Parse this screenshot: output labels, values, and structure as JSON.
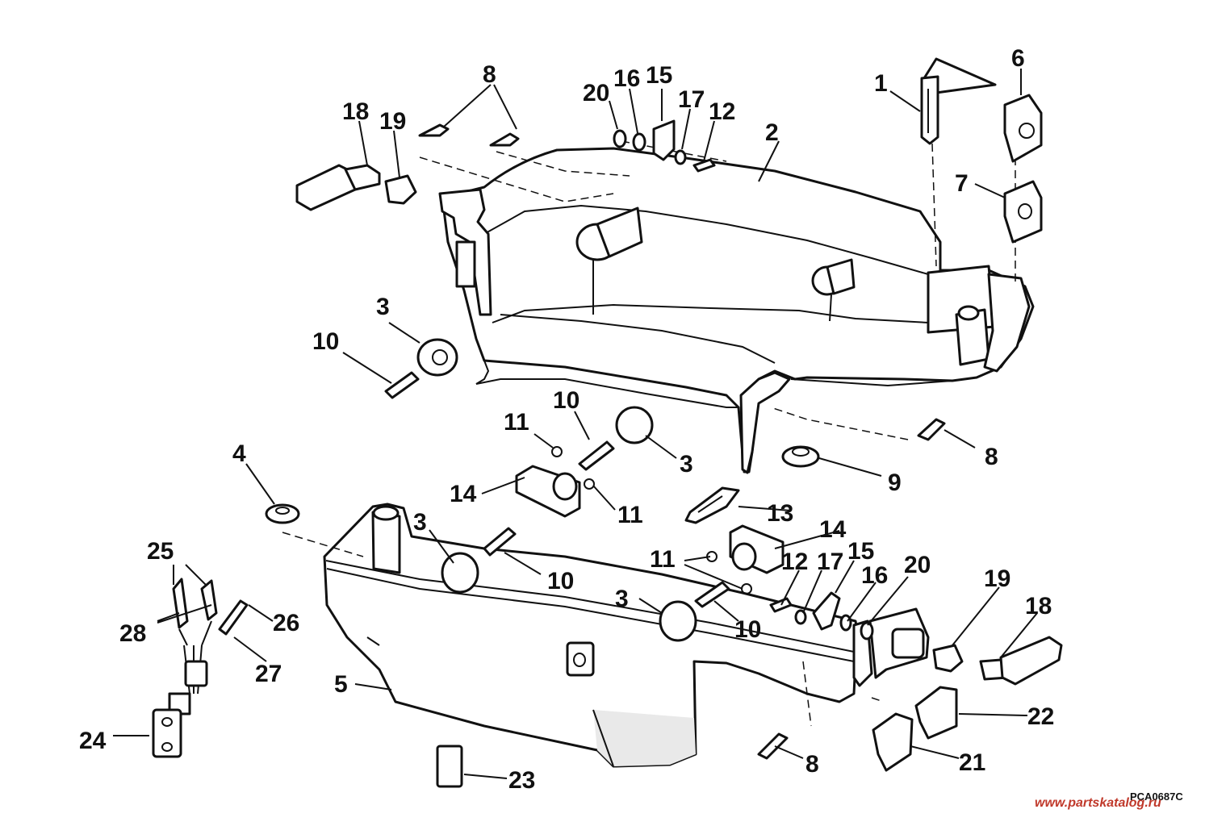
{
  "figure": {
    "code": "PCA0687C",
    "watermark": "www.partskatalog.ru"
  },
  "callouts": [
    {
      "key": "c1",
      "text": "1"
    },
    {
      "key": "c6",
      "text": "6"
    },
    {
      "key": "c8a",
      "text": "8"
    },
    {
      "key": "c18a",
      "text": "18"
    },
    {
      "key": "c19a",
      "text": "19"
    },
    {
      "key": "c20a",
      "text": "20"
    },
    {
      "key": "c16a",
      "text": "16"
    },
    {
      "key": "c15a",
      "text": "15"
    },
    {
      "key": "c17a",
      "text": "17"
    },
    {
      "key": "c12a",
      "text": "12"
    },
    {
      "key": "c2",
      "text": "2"
    },
    {
      "key": "c7",
      "text": "7"
    },
    {
      "key": "c3a",
      "text": "3"
    },
    {
      "key": "c10a",
      "text": "10"
    },
    {
      "key": "c11a",
      "text": "11"
    },
    {
      "key": "c10b",
      "text": "10"
    },
    {
      "key": "c3b",
      "text": "3"
    },
    {
      "key": "c8b",
      "text": "8"
    },
    {
      "key": "c9",
      "text": "9"
    },
    {
      "key": "c4",
      "text": "4"
    },
    {
      "key": "c14a",
      "text": "14"
    },
    {
      "key": "c11b",
      "text": "11"
    },
    {
      "key": "c13",
      "text": "13"
    },
    {
      "key": "c14b",
      "text": "14"
    },
    {
      "key": "c25",
      "text": "25"
    },
    {
      "key": "c3c",
      "text": "3"
    },
    {
      "key": "c10c",
      "text": "10"
    },
    {
      "key": "c11c",
      "text": "11"
    },
    {
      "key": "c12b",
      "text": "12"
    },
    {
      "key": "c17b",
      "text": "17"
    },
    {
      "key": "c15b",
      "text": "15"
    },
    {
      "key": "c16b",
      "text": "16"
    },
    {
      "key": "c20b",
      "text": "20"
    },
    {
      "key": "c19b",
      "text": "19"
    },
    {
      "key": "c18b",
      "text": "18"
    },
    {
      "key": "c28",
      "text": "28"
    },
    {
      "key": "c26",
      "text": "26"
    },
    {
      "key": "c3d",
      "text": "3"
    },
    {
      "key": "c10d",
      "text": "10"
    },
    {
      "key": "c27",
      "text": "27"
    },
    {
      "key": "c5",
      "text": "5"
    },
    {
      "key": "c22",
      "text": "22"
    },
    {
      "key": "c24",
      "text": "24"
    },
    {
      "key": "c8c",
      "text": "8"
    },
    {
      "key": "c21",
      "text": "21"
    },
    {
      "key": "c23",
      "text": "23"
    }
  ]
}
